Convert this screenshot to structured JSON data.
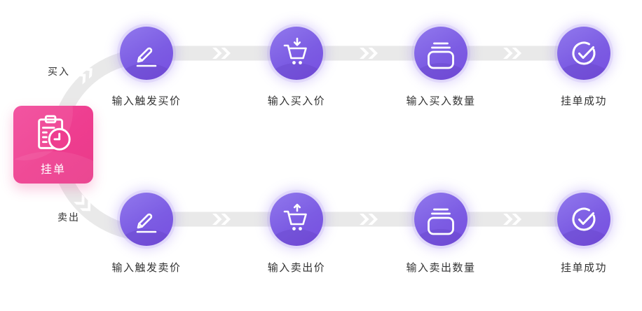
{
  "diagram": {
    "title": "pending-order-flow",
    "source": {
      "label": "挂单",
      "icon": "clipboard-clock-icon"
    },
    "branches": [
      {
        "label": "买入",
        "steps": [
          {
            "label": "输入触发买价",
            "icon": "pencil-icon"
          },
          {
            "label": "输入买入价",
            "icon": "cart-arrow-down-icon"
          },
          {
            "label": "输入买入数量",
            "icon": "container-stack-icon"
          },
          {
            "label": "挂单成功",
            "icon": "check-circle-icon"
          }
        ]
      },
      {
        "label": "卖出",
        "steps": [
          {
            "label": "输入触发卖价",
            "icon": "pencil-icon"
          },
          {
            "label": "输入卖出价",
            "icon": "cart-arrow-up-icon"
          },
          {
            "label": "输入卖出数量",
            "icon": "container-stack-icon"
          },
          {
            "label": "挂单成功",
            "icon": "check-circle-icon"
          }
        ]
      }
    ],
    "colors": {
      "source_pink": "#ee3d8f",
      "node_purple": "#7c5ce3",
      "node_purple_light": "#8f76ec",
      "node_dome_shade": "rgba(58,28,140,0.12)",
      "connector_gray": "#e9e9e9",
      "chevron_white": "#ffffff",
      "label_text": "#333333"
    }
  }
}
